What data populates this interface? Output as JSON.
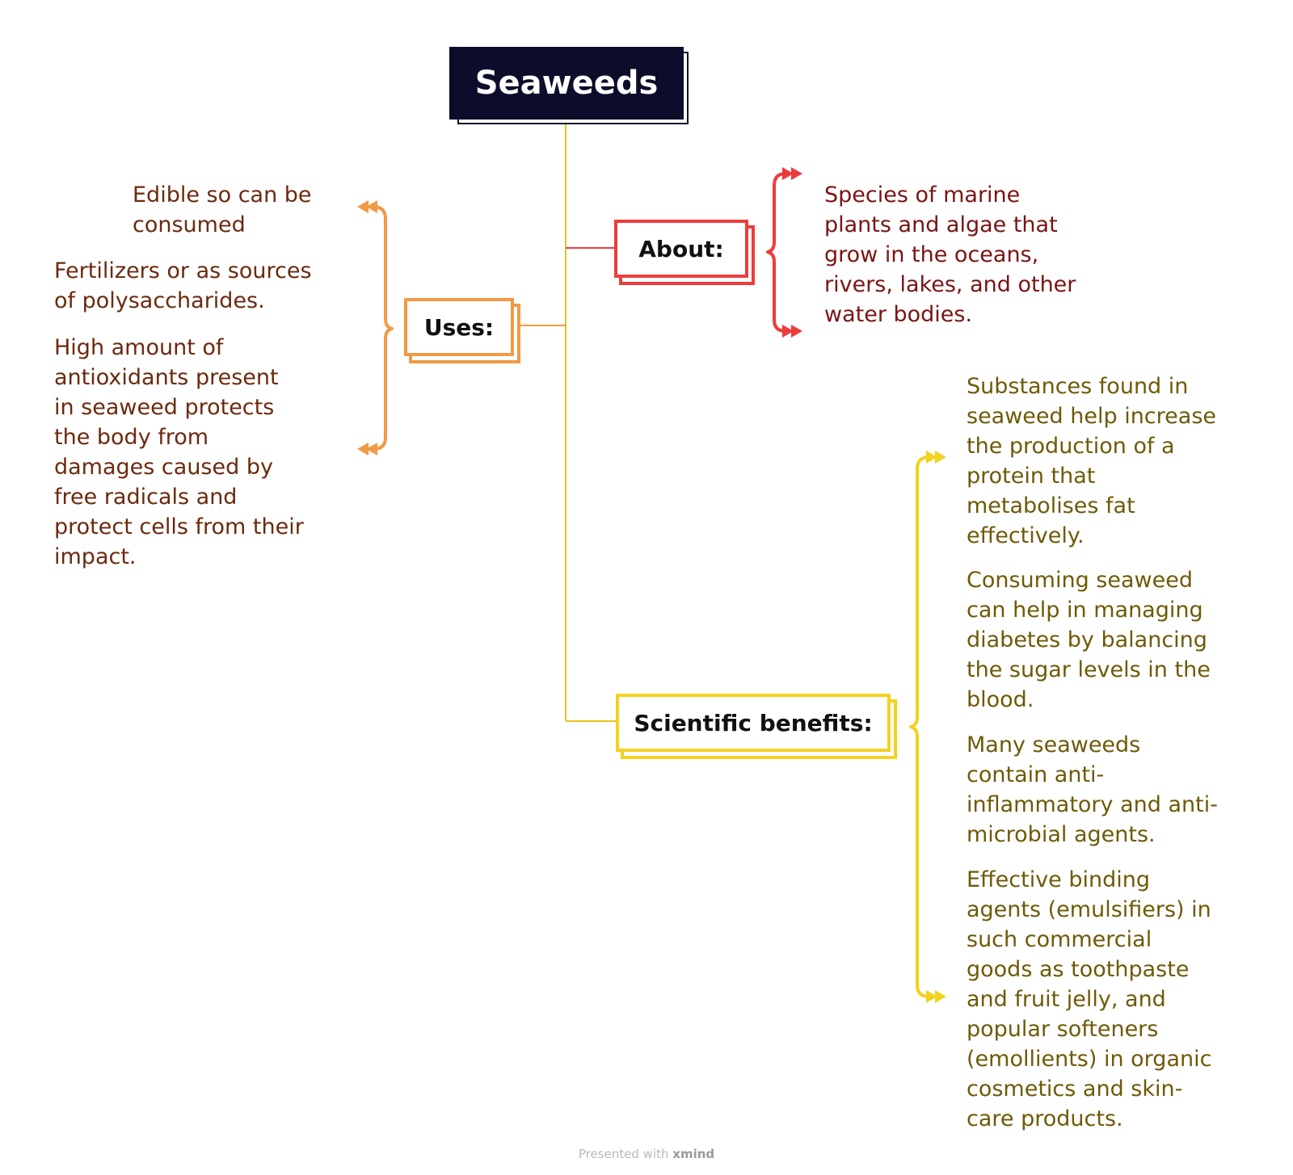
{
  "root": {
    "label": "Seaweeds"
  },
  "topics": {
    "about": {
      "label": "About:",
      "leaves": [
        [
          "Species of marine",
          "plants and algae that",
          "grow in the oceans,",
          "rivers, lakes, and other",
          "water bodies."
        ]
      ]
    },
    "uses": {
      "label": "Uses:",
      "leaves": [
        [
          "Edible so can be",
          "consumed"
        ],
        [
          "Fertilizers or as sources",
          "of polysaccharides."
        ],
        [
          "High amount of",
          "antioxidants present",
          "in seaweed protects",
          "the body from",
          "damages caused by",
          "free radicals and",
          "protect cells from their",
          "impact."
        ]
      ]
    },
    "scientific": {
      "label": "Scientific benefits:",
      "leaves": [
        [
          "Substances found in",
          "seaweed help increase",
          "the production of a",
          "protein that",
          "metabolises fat",
          "effectively."
        ],
        [
          "Consuming seaweed",
          "can help in managing",
          "diabetes by balancing",
          "the sugar levels in the",
          "blood."
        ],
        [
          "Many seaweeds",
          "contain anti-",
          "inflammatory and anti-",
          "microbial agents."
        ],
        [
          "Effective binding",
          "agents (emulsifiers) in",
          "such commercial",
          "goods as toothpaste",
          "and fruit jelly, and",
          "popular softeners",
          "(emollients) in organic",
          "cosmetics and skin-",
          "care products."
        ]
      ]
    }
  },
  "footer": {
    "prefix": "Presented with",
    "brand": "xmind"
  },
  "colors": {
    "root": "#0c0d2a",
    "about": "#ee3c3c",
    "uses": "#f19a45",
    "scientific": "#f3d220",
    "trunk": "#e8c21a"
  }
}
